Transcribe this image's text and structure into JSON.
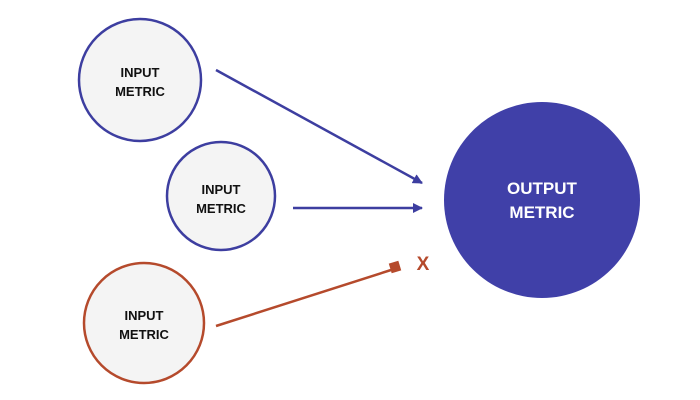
{
  "nodes": {
    "input_1": {
      "line1": "INPUT",
      "line2": "METRIC",
      "kind": "input-ok"
    },
    "input_2": {
      "line1": "INPUT",
      "line2": "METRIC",
      "kind": "input-ok"
    },
    "input_3": {
      "line1": "INPUT",
      "line2": "METRIC",
      "kind": "input-blocked"
    },
    "output": {
      "line1": "OUTPUT",
      "line2": "METRIC",
      "kind": "output"
    }
  },
  "edges": [
    {
      "from": "input_1",
      "to": "output",
      "status": "connected"
    },
    {
      "from": "input_2",
      "to": "output",
      "status": "connected"
    },
    {
      "from": "input_3",
      "to": "output",
      "status": "blocked"
    }
  ],
  "blocked_mark": "X",
  "colors": {
    "blue": "#3d3ea0",
    "blue_fill": "#4040a8",
    "rust": "#b54a2c",
    "node_fill": "#f4f4f4",
    "background": "#ffffff"
  }
}
